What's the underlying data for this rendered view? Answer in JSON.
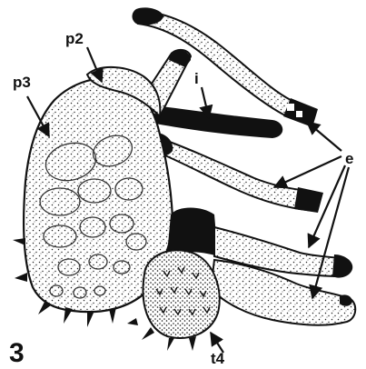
{
  "figure": {
    "panel_number": "3",
    "labels": {
      "p2": "p2",
      "p3": "p3",
      "i": "i",
      "e": "e",
      "t4": "t4"
    },
    "colors": {
      "ink": "#111111",
      "background": "#ffffff"
    }
  }
}
